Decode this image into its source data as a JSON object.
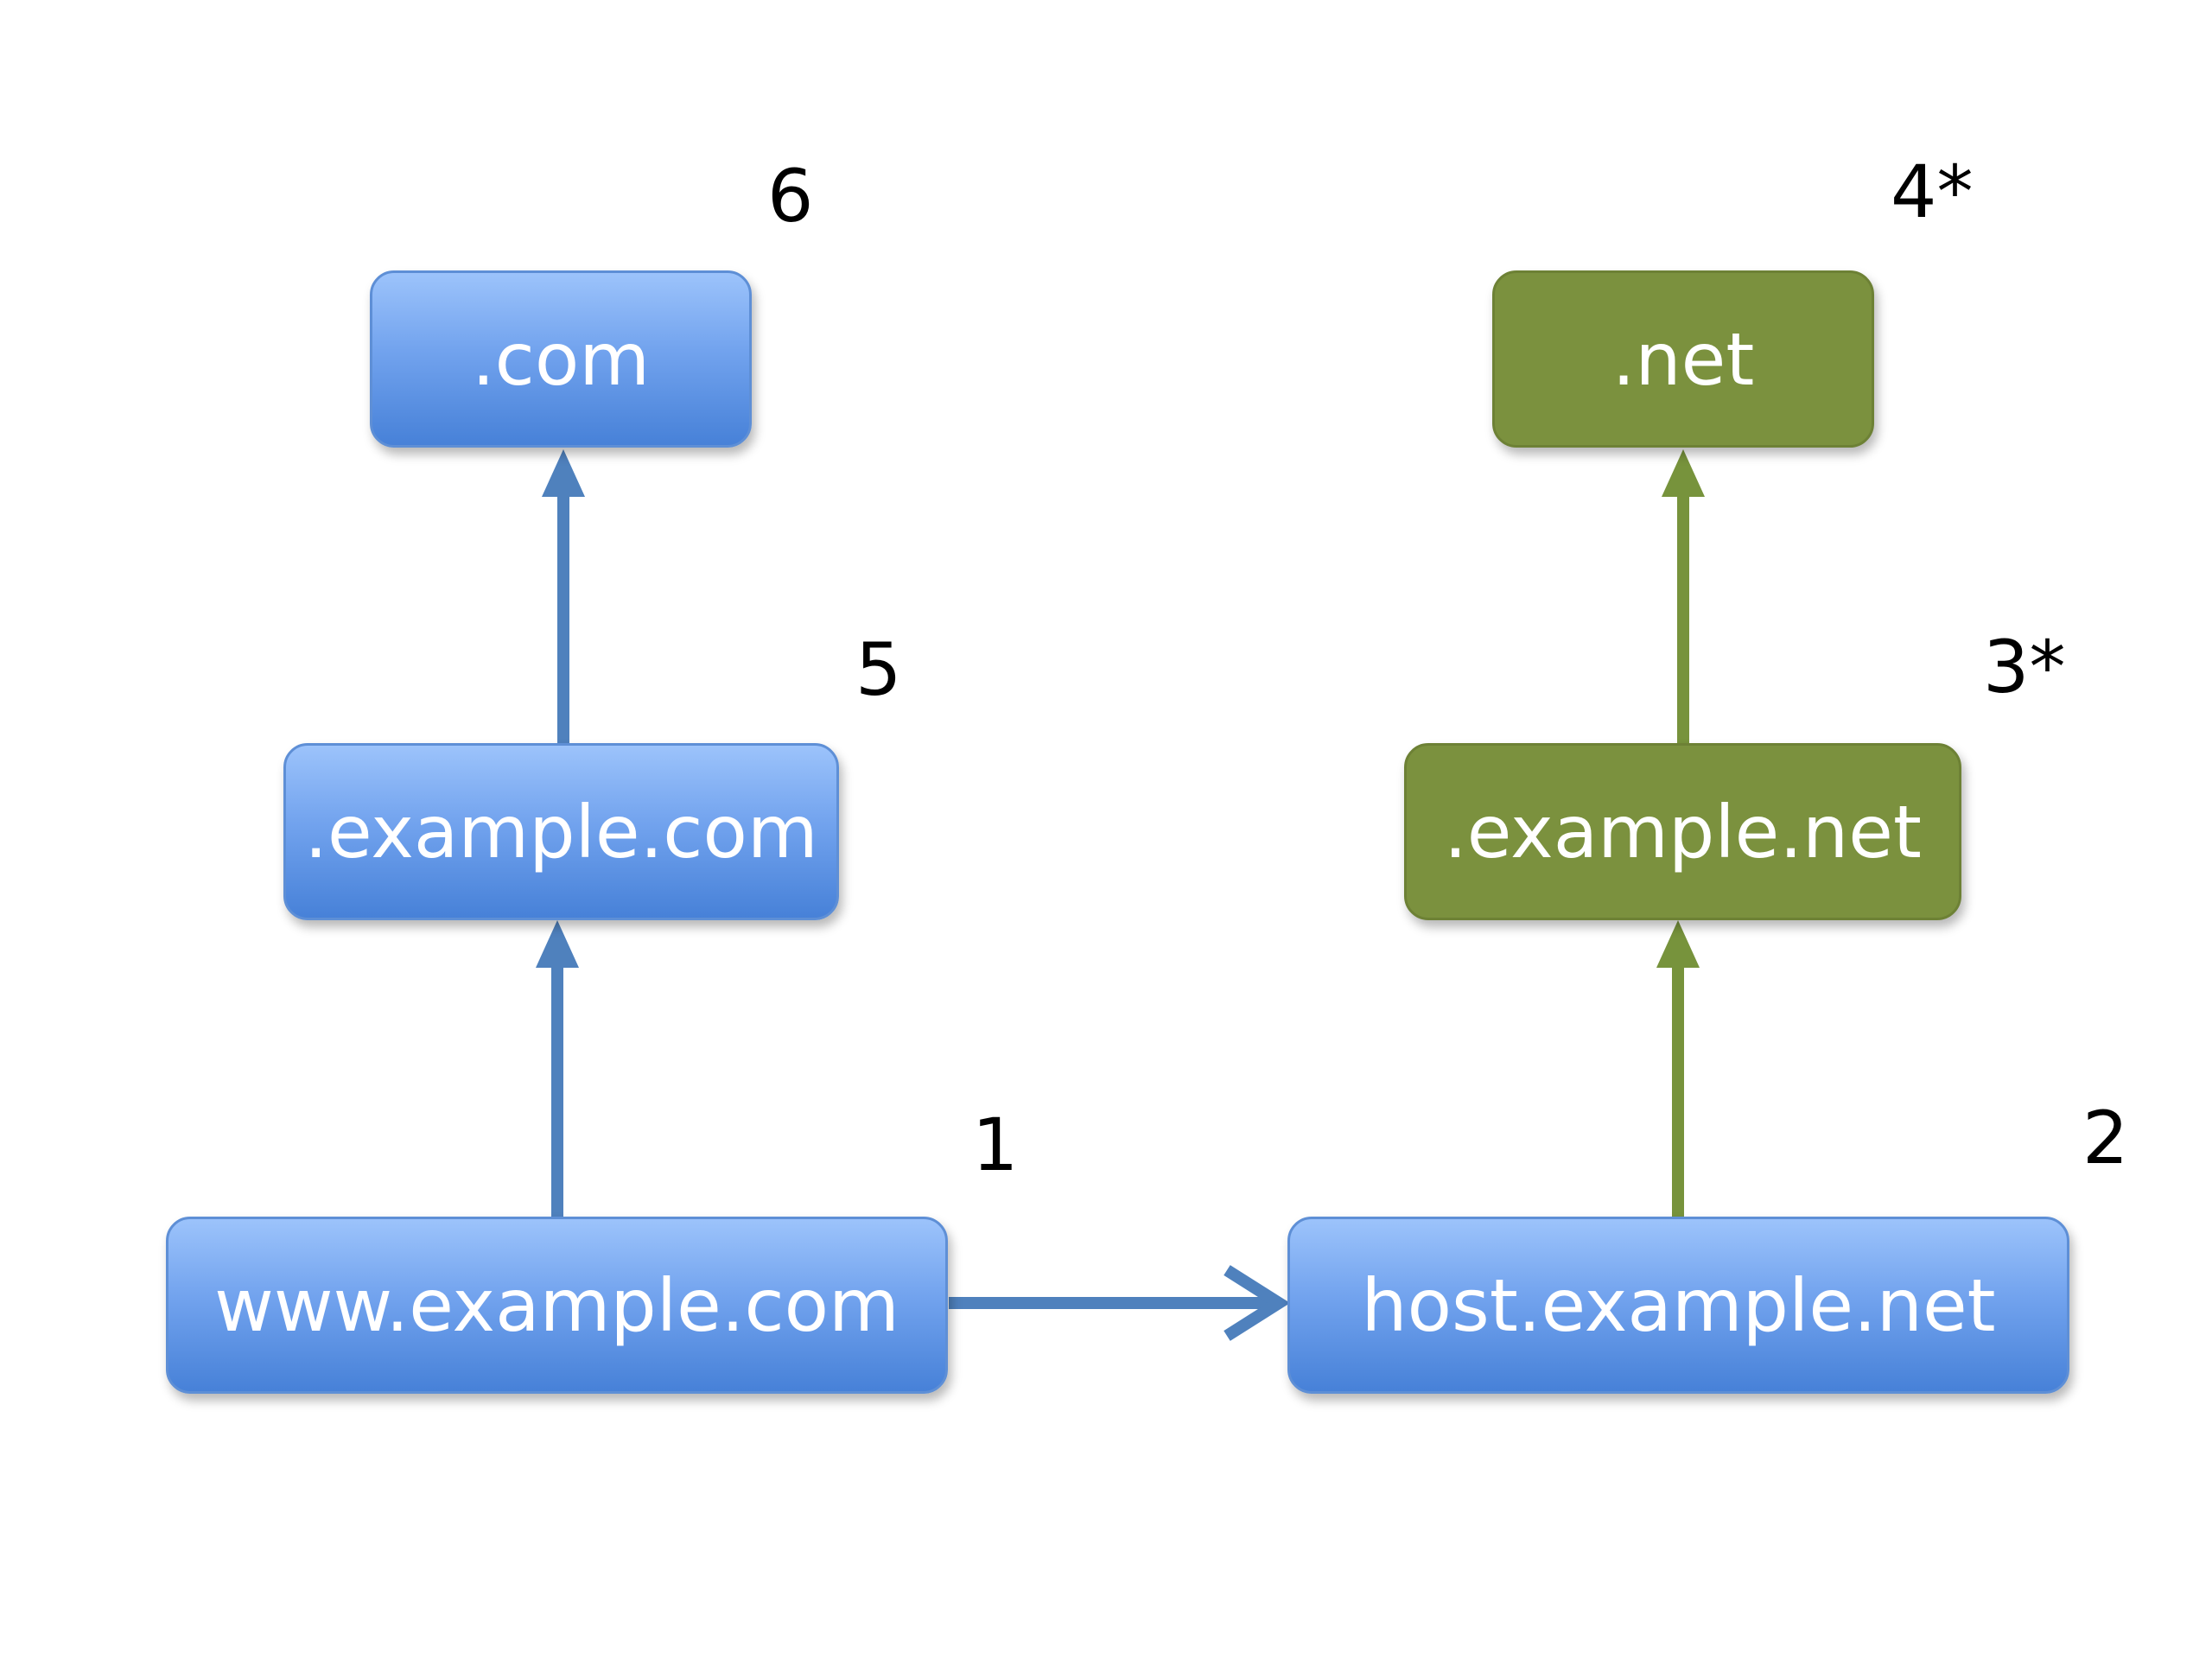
{
  "diagram": {
    "nodes": {
      "com": ".com",
      "example_com": ".example.com",
      "www_example_com": "www.example.com",
      "net": ".net",
      "example_net": ".example.net",
      "host_example_net": "host.example.net"
    },
    "step_labels": {
      "com": "6",
      "example_com": "5",
      "www_example_com": "1",
      "net": "4*",
      "example_net": "3*",
      "host_example_net": "2"
    },
    "colors": {
      "blue_node": "#72a3ee",
      "green_node": "#7b913e",
      "blue_arrow": "#4f81bd",
      "green_arrow": "#77933c"
    }
  }
}
